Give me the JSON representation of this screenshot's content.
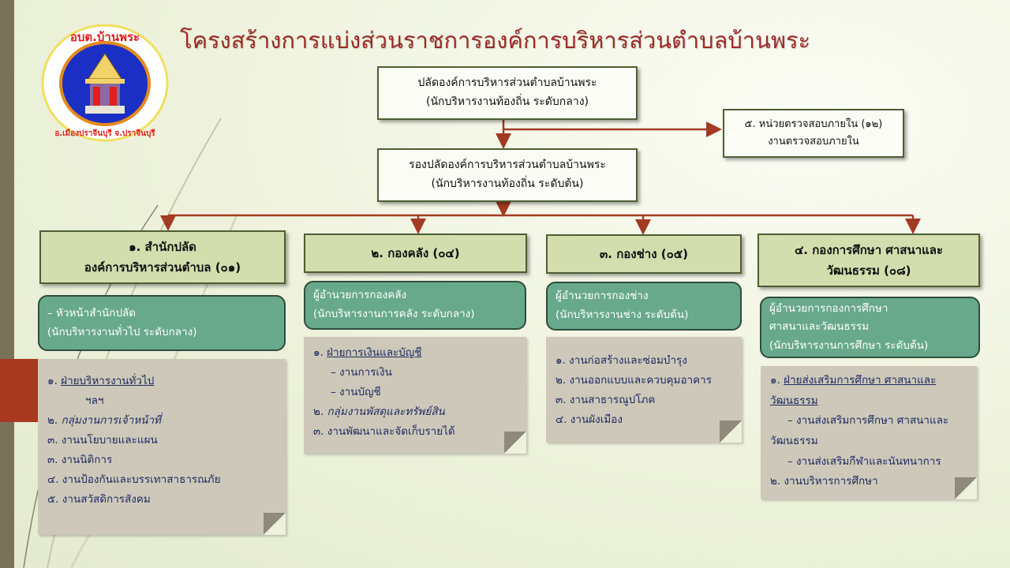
{
  "title": "โครงสร้างการแบ่งส่วนราชการองค์การบริหารส่วนตำบลบ้านพระ",
  "logo": {
    "top_text": "อบต.บ้านพระ",
    "bottom_text": "อ.เมืองปราจีนบุรี จ.ปราจีนบุรี"
  },
  "colors": {
    "title": "#9c2b26",
    "connector": "#a33a22",
    "dept_fill": "#d3ddae",
    "head_fill": "#68a98c",
    "note_fill": "#cdc8b9",
    "note_text": "#1f2b63"
  },
  "top": {
    "line1": "ปลัดองค์การบริหารส่วนตำบลบ้านพระ",
    "line2": "(นักบริหารงานท้องถิ่น ระดับกลาง)"
  },
  "audit": {
    "line1": "๕. หน่วยตรวจสอบภายใน (๑๒)",
    "line2": "งานตรวจสอบภายใน"
  },
  "deputy": {
    "line1": "รองปลัดองค์การบริหารส่วนตำบลบ้านพระ",
    "line2": "(นักบริหารงานท้องถิ่น ระดับต้น)"
  },
  "departments": [
    {
      "title1": "๑. สำนักปลัด",
      "title2": "องค์การบริหารส่วนตำบล (๐๑)",
      "head": [
        "– หัวหน้าสำนักปลัด",
        "(นักบริหารงานทั่วไป ระดับกลาง)"
      ],
      "items": [
        "๑. ",
        "ฝ่ายบริหารงานทั่วไป",
        "ฯลฯ",
        "๒. ",
        "กลุ่มงานการเจ้าหน้าที่",
        "๓. งานนโยบายและแผน",
        "๓. งานนิติการ",
        "๔. งานป้องกันและบรรเทาสาธารณภัย",
        "๕. งานสวัสดิการสังคม"
      ]
    },
    {
      "title1": "๒. กองคลัง (๐๔)",
      "head": [
        "ผู้อำนวยการกองคลัง",
        "(นักบริหารงานการคลัง ระดับกลาง)"
      ],
      "items": [
        "๑. ",
        "ฝ่ายการเงินและบัญชี",
        "– งานการเงิน",
        "– งานบัญชี",
        "๒. ",
        "กลุ่มงานพัสดุและทรัพย์สิน",
        "๓. งานพัฒนาและจัดเก็บรายได้"
      ]
    },
    {
      "title1": "๓. กองช่าง (๐๕)",
      "head": [
        "ผู้อำนวยการกองช่าง",
        "(นักบริหารงานช่าง ระดับต้น)"
      ],
      "items": [
        "๑. งานก่อสร้างและซ่อมบำรุง",
        "๒. งานออกแบบและควบคุมอาคาร",
        "๓. งานสาธารณูปโภค",
        "๔. งานผังเมือง"
      ]
    },
    {
      "title1": "๔. กองการศึกษา ศาสนาและ",
      "title2": "วัฒนธรรม (๐๘)",
      "head": [
        "ผู้อำนวยการกองการศึกษา",
        "ศาสนาและวัฒนธรรม",
        "(นักบริหารงานการศึกษา ระดับต้น)"
      ],
      "items": [
        "๑. ",
        "ฝ่ายส่งเสริมการศึกษา ศาสนาและ",
        "วัฒนธรรม",
        "– งานส่งเสริมการศึกษา ศาสนาและ",
        "วัฒนธรรม",
        "– งานส่งเสริมกีฬาและนันทนาการ",
        "๒. งานบริหารการศึกษา"
      ]
    }
  ]
}
